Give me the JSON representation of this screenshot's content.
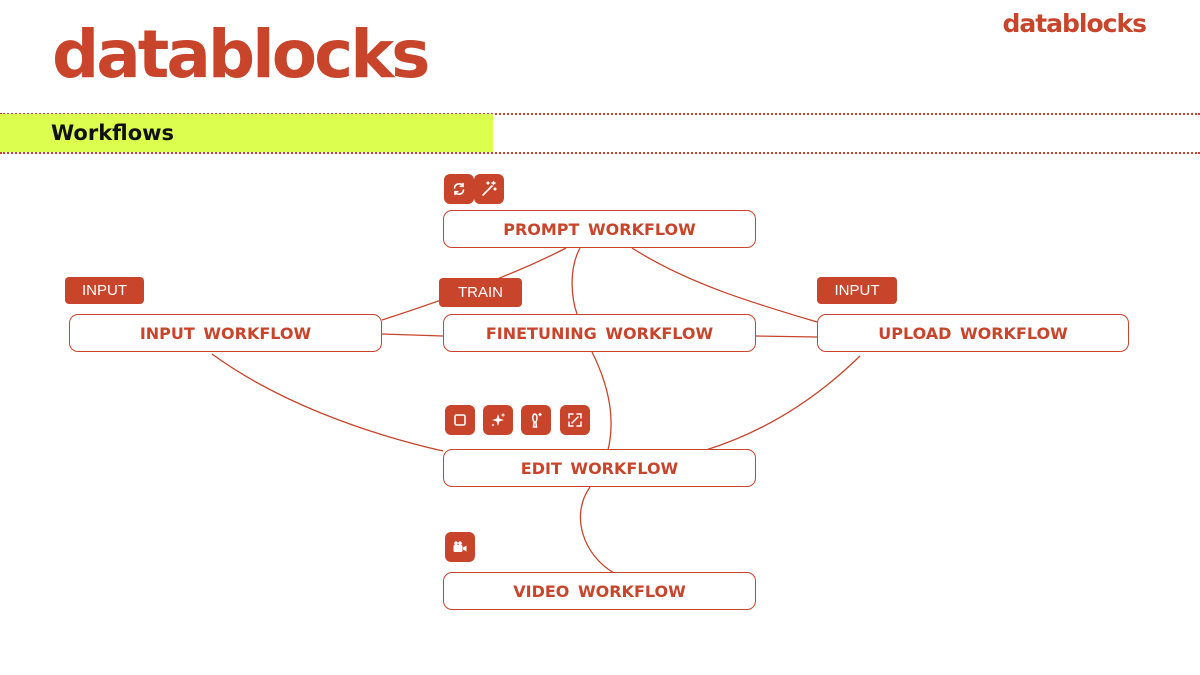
{
  "colors": {
    "brand": "#c8442b",
    "banner": "#dcff4f"
  },
  "logo": {
    "large": "datablocks",
    "small": "datablocks"
  },
  "section": {
    "title": "Workflows"
  },
  "nodes": {
    "prompt": "PROMPT WORKFLOW",
    "input": "INPUT  WORKFLOW",
    "finetuning": "FINETUNING  WORKFLOW",
    "upload": "UPLOAD  WORKFLOW",
    "edit": "EDIT  WORKFLOW",
    "video": "VIDEO  WORKFLOW"
  },
  "tags": {
    "input_left": "INPUT",
    "train": "TRAIN",
    "input_right": "INPUT"
  },
  "icons": {
    "prompt": [
      "refresh-icon",
      "magic-wand-icon"
    ],
    "edit": [
      "square-icon",
      "sparkles-icon",
      "brush-icon",
      "expand-icon"
    ],
    "video": [
      "video-camera-icon"
    ]
  }
}
